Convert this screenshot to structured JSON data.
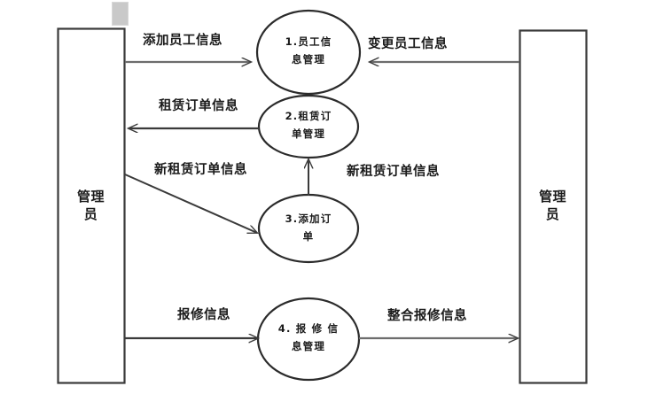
{
  "diagram": {
    "type": "data-flow-diagram",
    "title": "",
    "background_color": "#ffffff",
    "stroke_color": "#2b2b2b",
    "artifact": {
      "name": "gray-placeholder-block",
      "color": "#c9c9c9"
    },
    "external_entities": [
      {
        "id": "admin-left",
        "label": "管理员",
        "lines": [
          "管理",
          "员"
        ]
      },
      {
        "id": "admin-right",
        "label": "管理员",
        "lines": [
          "管理",
          "员"
        ]
      }
    ],
    "processes": [
      {
        "id": "p1",
        "number": "1.",
        "label": "员工信息管理",
        "lines": [
          "1.员工信",
          "息管理"
        ]
      },
      {
        "id": "p2",
        "number": "2.",
        "label": "租赁订单管理",
        "lines": [
          "2.租赁订",
          "单管理"
        ]
      },
      {
        "id": "p3",
        "number": "3.",
        "label": "添加订单",
        "lines": [
          "3.添加订",
          "单"
        ]
      },
      {
        "id": "p4",
        "number": "4.",
        "label": "报修信息管理",
        "lines": [
          "4. 报 修 信",
          "息管理"
        ]
      }
    ],
    "flows": [
      {
        "id": "f1",
        "label": "添加员工信息",
        "from": "admin-left",
        "to": "p1",
        "direction": "right"
      },
      {
        "id": "f2",
        "label": "变更员工信息",
        "from": "admin-right",
        "to": "p1",
        "direction": "left"
      },
      {
        "id": "f3",
        "label": "租赁订单信息",
        "from": "p2",
        "to": "admin-left",
        "direction": "left"
      },
      {
        "id": "f4",
        "label": "新租赁订单信息",
        "from": "admin-left",
        "to": "p3",
        "direction": "right"
      },
      {
        "id": "f5",
        "label": "新租赁订单信息",
        "from": "p3",
        "to": "p2",
        "direction": "up"
      },
      {
        "id": "f6",
        "label": "报修信息",
        "from": "admin-left",
        "to": "p4",
        "direction": "right"
      },
      {
        "id": "f7",
        "label": "整合报修信息",
        "from": "p4",
        "to": "admin-right",
        "direction": "right"
      }
    ]
  }
}
